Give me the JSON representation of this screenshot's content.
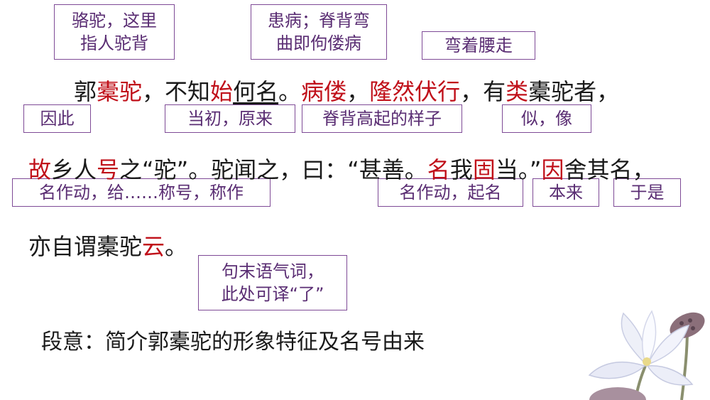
{
  "notes": {
    "n1": "骆驼，这里\n指人驼背",
    "n2": "患病；脊背弯\n曲即佝偻病",
    "n3": "弯着腰走",
    "n4": "因此",
    "n5": "当初，原来",
    "n6": "脊背高起的样子",
    "n7": "似，像",
    "n8": "名作动，给……称号，称作",
    "n9": "名作动，起名",
    "n10": "本来",
    "n11": "于是",
    "n12": "句末语气词，\n此处可译“了”"
  },
  "line1": {
    "s1": "郭",
    "s2": "橐驼",
    "s3": "，不知",
    "s4": "始",
    "s5": "何名",
    "s6": "。",
    "s7": "病偻",
    "s8": "，",
    "s9": "隆然伏行",
    "s10": "，有",
    "s11": "类",
    "s12": "橐驼者，"
  },
  "line2": {
    "s1": "故",
    "s2": "乡人",
    "s3": "号",
    "s4": "之“驼”。驼闻之，曰：“甚善。",
    "s5": "名",
    "s6": "我",
    "s7": "固",
    "s8": "当。”",
    "s9": "因",
    "s10": "舍其名，"
  },
  "line3": {
    "s1": "亦自谓橐驼",
    "s2": "云",
    "s3": "。"
  },
  "summary": "段意：简介郭橐驼的形象特征及名号由来",
  "colors": {
    "accent_red": "#c0101a",
    "box_border": "#7e4a96"
  }
}
